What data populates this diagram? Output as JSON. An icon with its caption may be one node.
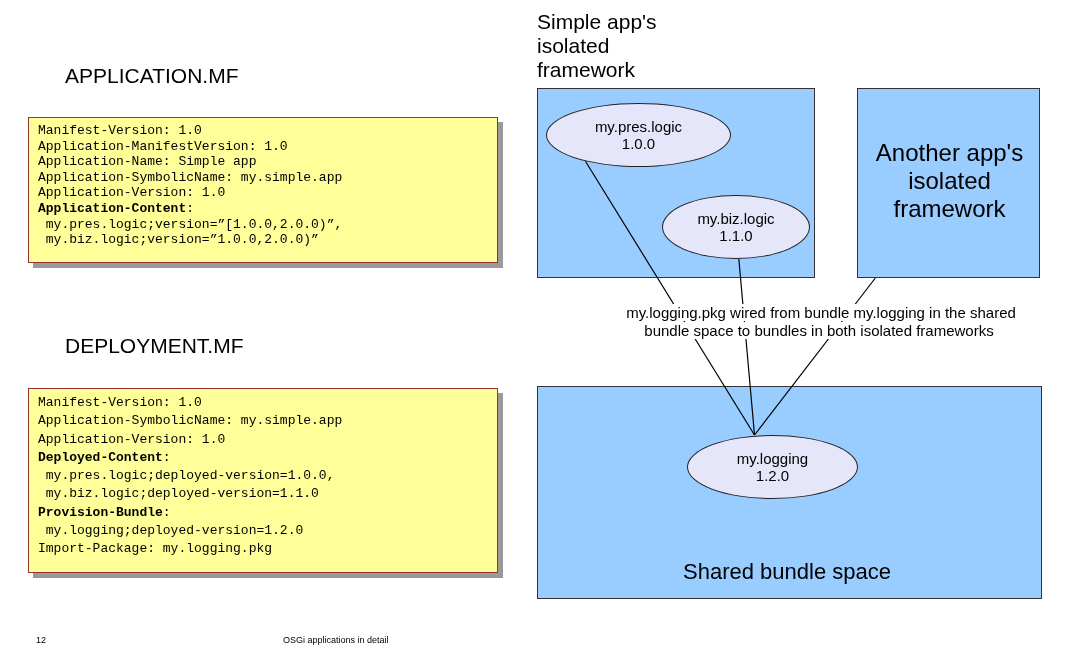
{
  "diagram": {
    "nodes": [
      {
        "text": [
          "APPLICATION.MF",
          "Manifest-Version: 1.0",
          "Application-ManifestVersion: 1.0",
          "Application-Name: Simple app",
          "Application-SymbolicName: my.simple.app",
          "Application-Version: 1.0",
          "**Application-Content**:",
          " my.pres.logic;version=”[1.0.0,2.0.0)”,",
          " my.biz.logic;version=”1.0.0,2.0.0)”"
        ]
      },
      {
        "text": [
          "Simple app's isolated framework"
        ]
      },
      {
        "text": [
          "my.pres.logic",
          "1.0.0"
        ],
        "in": 1
      },
      {
        "text": [
          "my.biz.logic",
          "1.1.0"
        ],
        "in": 1
      },
      {
        "text": [
          "Another app's isolated framework"
        ]
      },
      {
        "text": [
          "DEPLOYMENT.MF",
          "Manifest-Version: 1.0",
          "Application-SymbolicName: my.simple.app",
          "Application-Version: 1.0",
          "**Deployed-Content**:",
          " my.pres.logic;deployed-version=1.0.0,",
          " my.biz.logic;deployed-version=1.1.0",
          "**Provision-Bundle**:",
          " my.logging;deployed-version=1.2.0",
          "Import-Package: my.logging.pkg"
        ]
      },
      {
        "text": [
          "Shared bundle space"
        ]
      },
      {
        "text": [
          "my.logging",
          "1.2.0"
        ],
        "in": 6
      }
    ],
    "edges": [
      {
        "from": 2,
        "to": 7,
        "arrow": "none"
      },
      {
        "from": 3,
        "to": 7,
        "arrow": "none"
      },
      {
        "from": 4,
        "to": 7,
        "arrow": "none"
      }
    ],
    "labels": [
      "my.logging.pkg wired from bundle my.logging in the shared bundle space to bundles in both isolated frameworks",
      "12",
      "OSGi applications in detail"
    ]
  }
}
